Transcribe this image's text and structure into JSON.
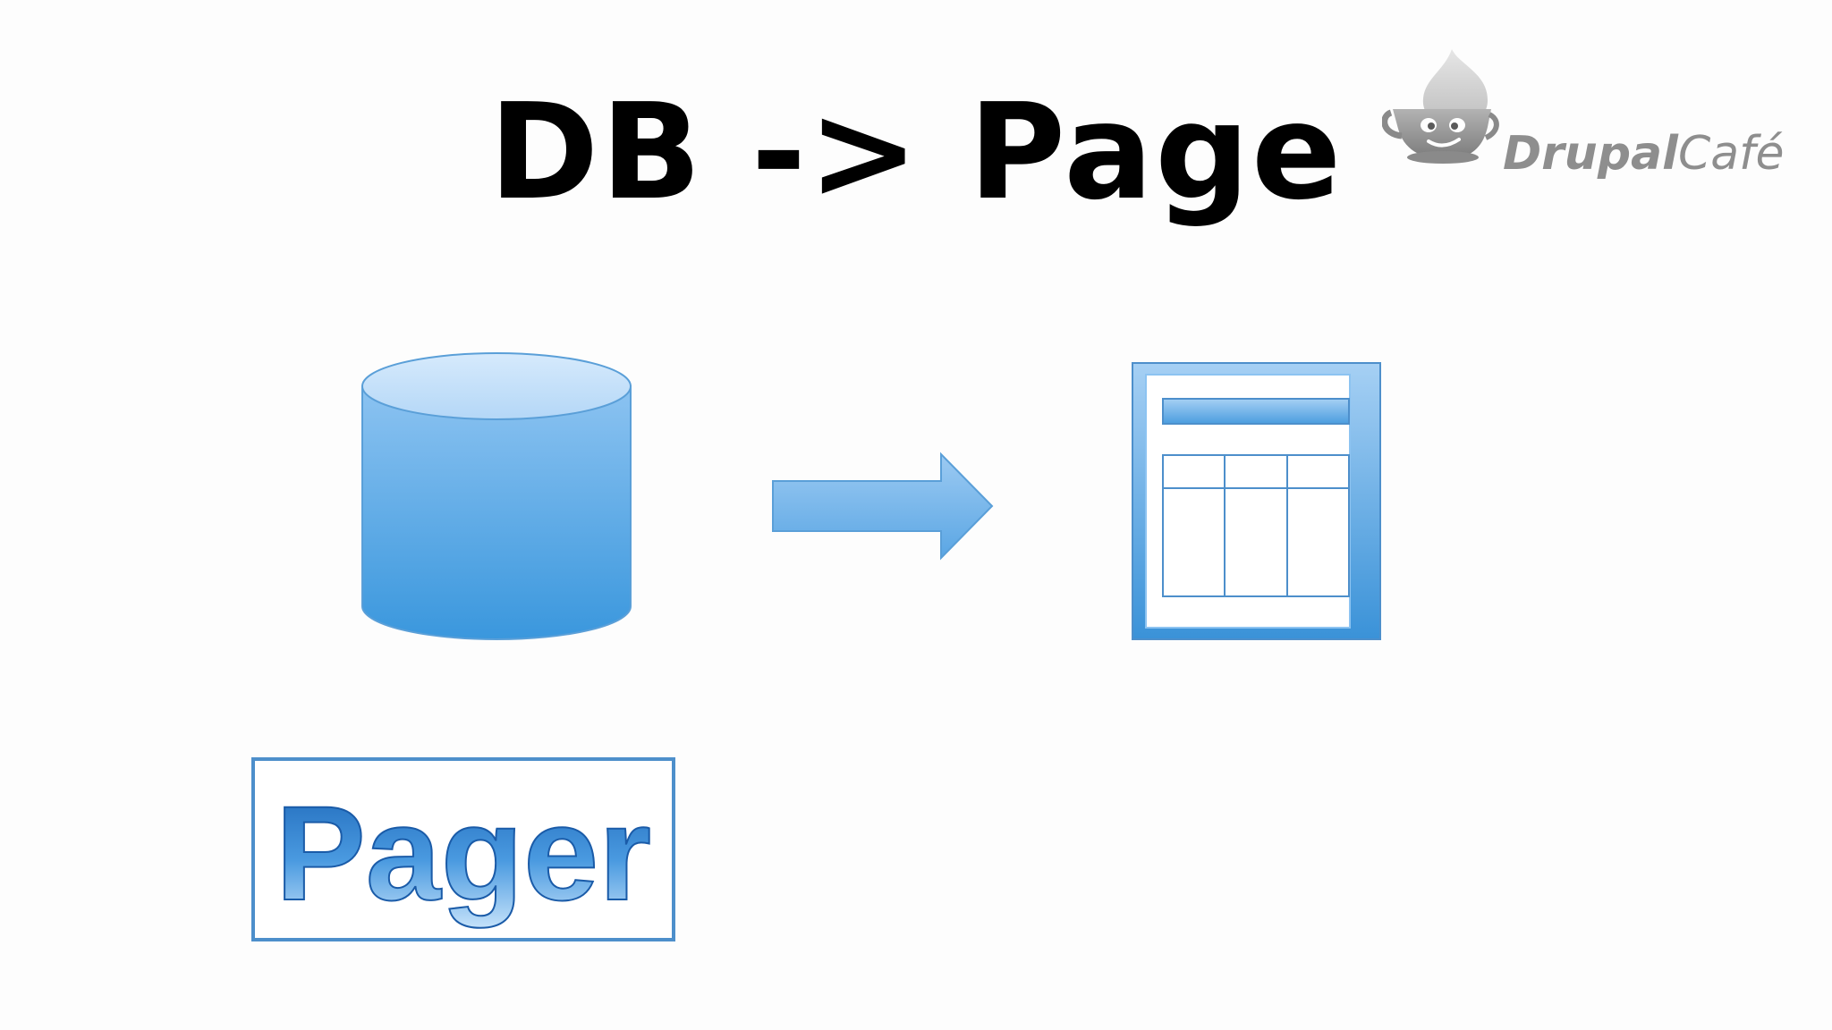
{
  "slide": {
    "title": "DB -> Page",
    "logo": {
      "name_part1": "Drupal",
      "name_part2": "Café",
      "icon": "drupal-drop-in-cup-icon"
    },
    "diagram": {
      "source_icon": "database-cylinder-icon",
      "connector_icon": "right-arrow-icon",
      "target_icon": "table-page-icon",
      "table_columns": 3,
      "table_rows": 2
    },
    "label": {
      "text": "Pager"
    },
    "colors": {
      "background": "#fdfdfd",
      "title": "#000000",
      "blue_light": "#c9e3fb",
      "blue_mid": "#7fb7ec",
      "blue_dark": "#3a92d8",
      "outline": "#4d8fcb",
      "logo_gray": "#8e8e8e"
    }
  }
}
